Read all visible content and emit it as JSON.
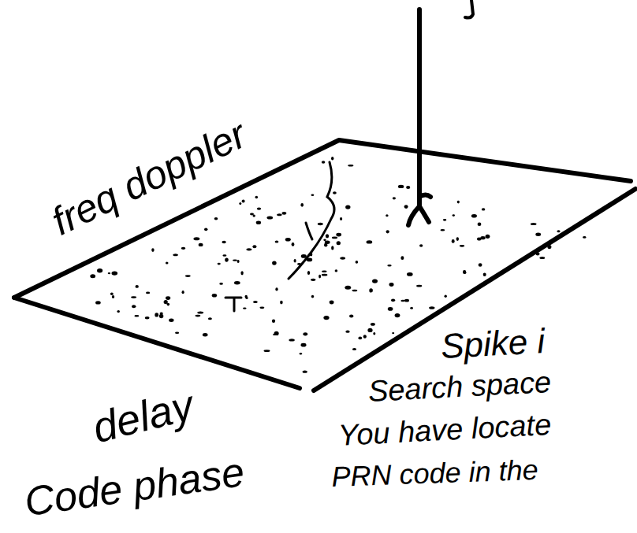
{
  "diagram": {
    "labels": [
      "freq doppler",
      "delay",
      "Code phase",
      "Spike i",
      "Search space",
      "You have locate",
      "PRN code in the"
    ]
  }
}
